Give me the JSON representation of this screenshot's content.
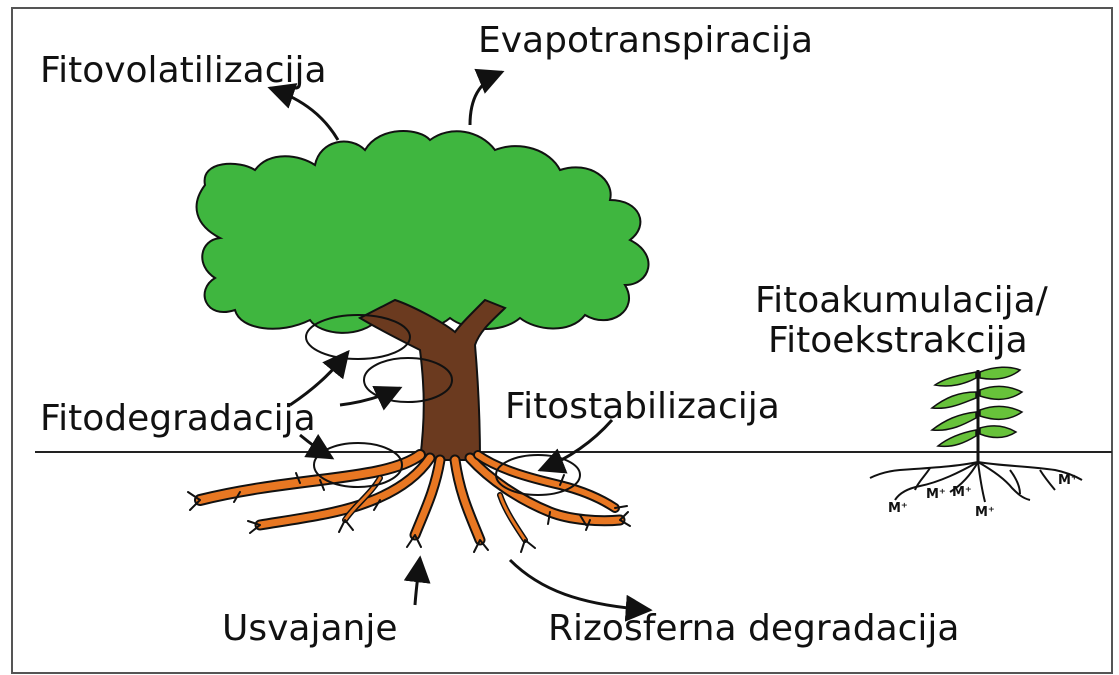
{
  "labels": {
    "fitovolatilizacija": "Fitovolatilizacija",
    "evapotranspiracija": "Evapotranspiracija",
    "fitoakumulacija_line1": "Fitoakumulacija/",
    "fitoakumulacija_line2": "Fitoekstrakcija",
    "fitodegradacija": "Fitodegradacija",
    "fitostabilizacija": "Fitostabilizacija",
    "usvajanje": "Usvajanje",
    "rizosferna": "Rizosferna degradacija"
  },
  "metal_ions": [
    "M⁺",
    "M⁺",
    "M⁺",
    "M⁺",
    "M⁺"
  ],
  "colors": {
    "canopy": "#3fb63f",
    "trunk": "#6b3a1f",
    "roots": "#e87722",
    "small_plant_leaf": "#67c23a",
    "frame": "#555555",
    "ground_line": "#222222",
    "outline": "#111111"
  }
}
